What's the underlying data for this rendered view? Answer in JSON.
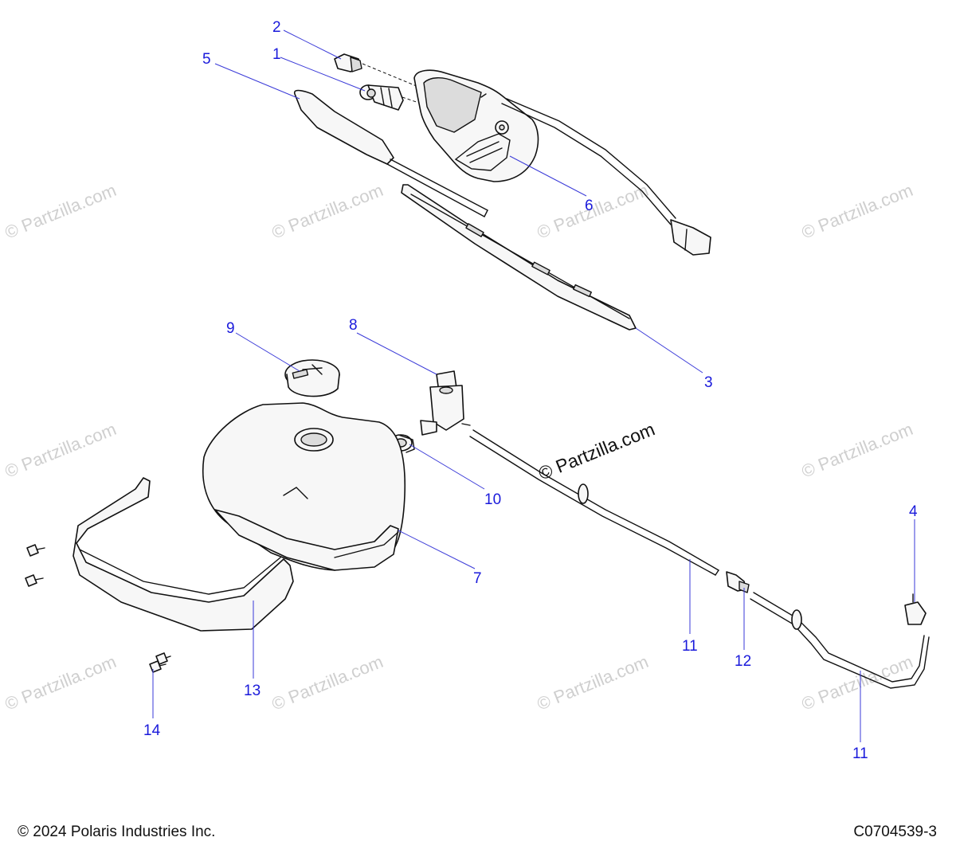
{
  "callouts": {
    "c1": "1",
    "c2": "2",
    "c3": "3",
    "c4": "4",
    "c5": "5",
    "c6": "6",
    "c7": "7",
    "c8": "8",
    "c9": "9",
    "c10": "10",
    "c11a": "11",
    "c11b": "11",
    "c12": "12",
    "c13": "13",
    "c14": "14"
  },
  "watermark": {
    "text": "© Partzilla.com",
    "center_text": "© Partzilla.com"
  },
  "footer": {
    "copyright": "© 2024 Polaris Industries Inc.",
    "code": "C0704539-3"
  },
  "colors": {
    "callout": "#1a1adb",
    "leader": "#3a3ad8",
    "watermark": "#cfcfcf",
    "line_art": "#111111"
  }
}
